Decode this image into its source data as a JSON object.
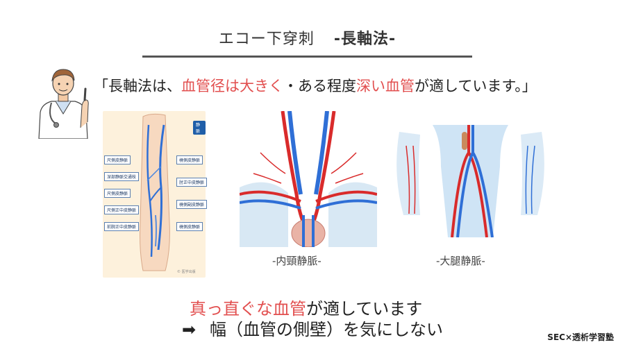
{
  "header": {
    "title_main": "エコー下穿刺",
    "title_sub": "-長軸法-"
  },
  "quote": {
    "open": "「長軸法は、",
    "red1": "血管径は大きく",
    "mid": "・ある程度",
    "red2": "深い血管",
    "close": "が適しています。」"
  },
  "arm_figure": {
    "badge": "静脈",
    "labels_left": [
      "尺側皮静脈",
      "深部静脈交通枝",
      "尺側皮静脈",
      "尺側正中皮静脈",
      "前腕正中皮静脈"
    ],
    "labels_right": [
      "橈側皮静脈",
      "肘正中皮静脈",
      "橈側副皮静脈",
      "橈側皮静脈"
    ],
    "credit": "© 医学出版"
  },
  "figures": {
    "neck_caption": "-内頸静脈-",
    "leg_caption": "-大腿静脈-"
  },
  "bottom": {
    "line1_red": "真っ直ぐな血管",
    "line1_rest": "が適しています",
    "arrow": "➡",
    "line2": "幅（血管の側壁）を気にしない"
  },
  "footer": {
    "brand": "SEC×透析学習塾"
  },
  "colors": {
    "accent_red": "#e24f4f",
    "artery_red": "#d92b2b",
    "vein_blue": "#2f6fd6",
    "arm_background": "#fdf1dc"
  }
}
